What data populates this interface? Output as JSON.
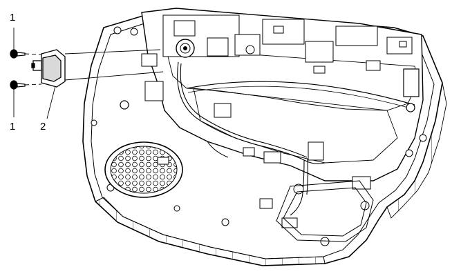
{
  "callouts": [
    {
      "id": "screw-top",
      "label": "1"
    },
    {
      "id": "screw-bottom",
      "label": "1"
    },
    {
      "id": "bracket",
      "label": "2"
    }
  ],
  "colors": {
    "line": "#000000",
    "panel_fill": "#ffffff",
    "shade": "#d9d9d9"
  }
}
